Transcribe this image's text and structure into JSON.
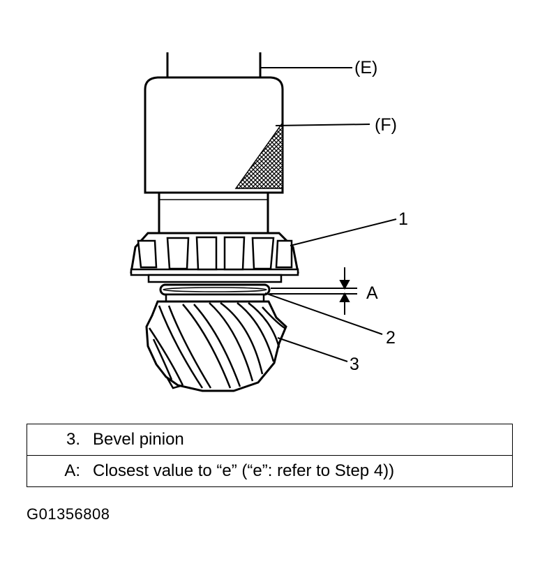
{
  "callouts": {
    "e": "(E)",
    "f": "(F)",
    "one": "1",
    "two": "2",
    "three": "3",
    "a": "A"
  },
  "legend": [
    {
      "key": "3.",
      "text": "Bevel pinion"
    },
    {
      "key": "A:",
      "text": "Closest value to “e” (“e”: refer to Step 4))"
    }
  ],
  "figure_id": "G01356808"
}
